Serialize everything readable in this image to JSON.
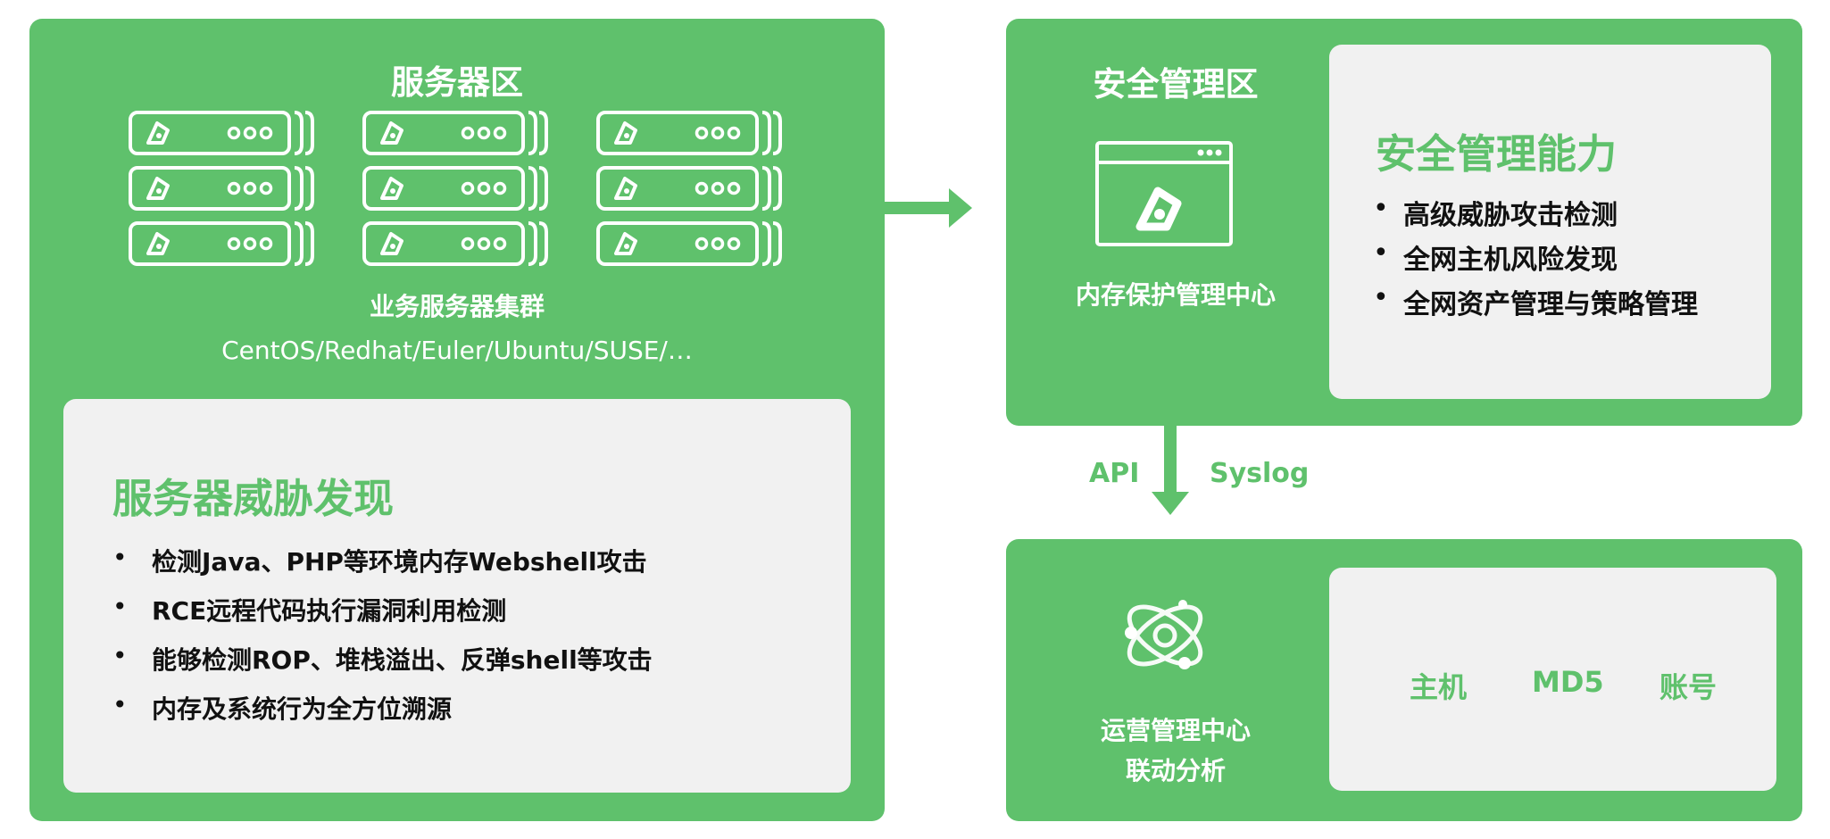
{
  "colors": {
    "accent": "#5fc16c",
    "card_bg": "#f1f1f1",
    "text_dark": "#111111",
    "text_light": "#ffffff"
  },
  "server_zone": {
    "title": "服务器区",
    "cluster_label": "业务服务器集群",
    "os_list": "CentOS/Redhat/Euler/Ubuntu/SUSE/…",
    "server_icon": "server-rack-icon",
    "card": {
      "title": "服务器威胁发现",
      "items": [
        "检测Java、PHP等环境内存Webshell攻击",
        "RCE远程代码执行漏洞利用检测",
        "能够检测ROP、堆栈溢出、反弹shell等攻击",
        "内存及系统行为全方位溯源"
      ]
    }
  },
  "security_zone": {
    "title": "安全管理区",
    "center_label": "内存保护管理中心",
    "center_icon": "browser-window-logo-icon",
    "card": {
      "title": "安全管理能力",
      "items": [
        "高级威胁攻击检测",
        "全网主机风险发现",
        "全网资产管理与策略管理"
      ]
    }
  },
  "link": {
    "left_label": "API",
    "right_label": "Syslog"
  },
  "ops_zone": {
    "center_icon": "atom-orbit-icon",
    "label_line1": "运营管理中心",
    "label_line2": "联动分析",
    "chips": [
      "主机",
      "MD5",
      "账号"
    ]
  }
}
